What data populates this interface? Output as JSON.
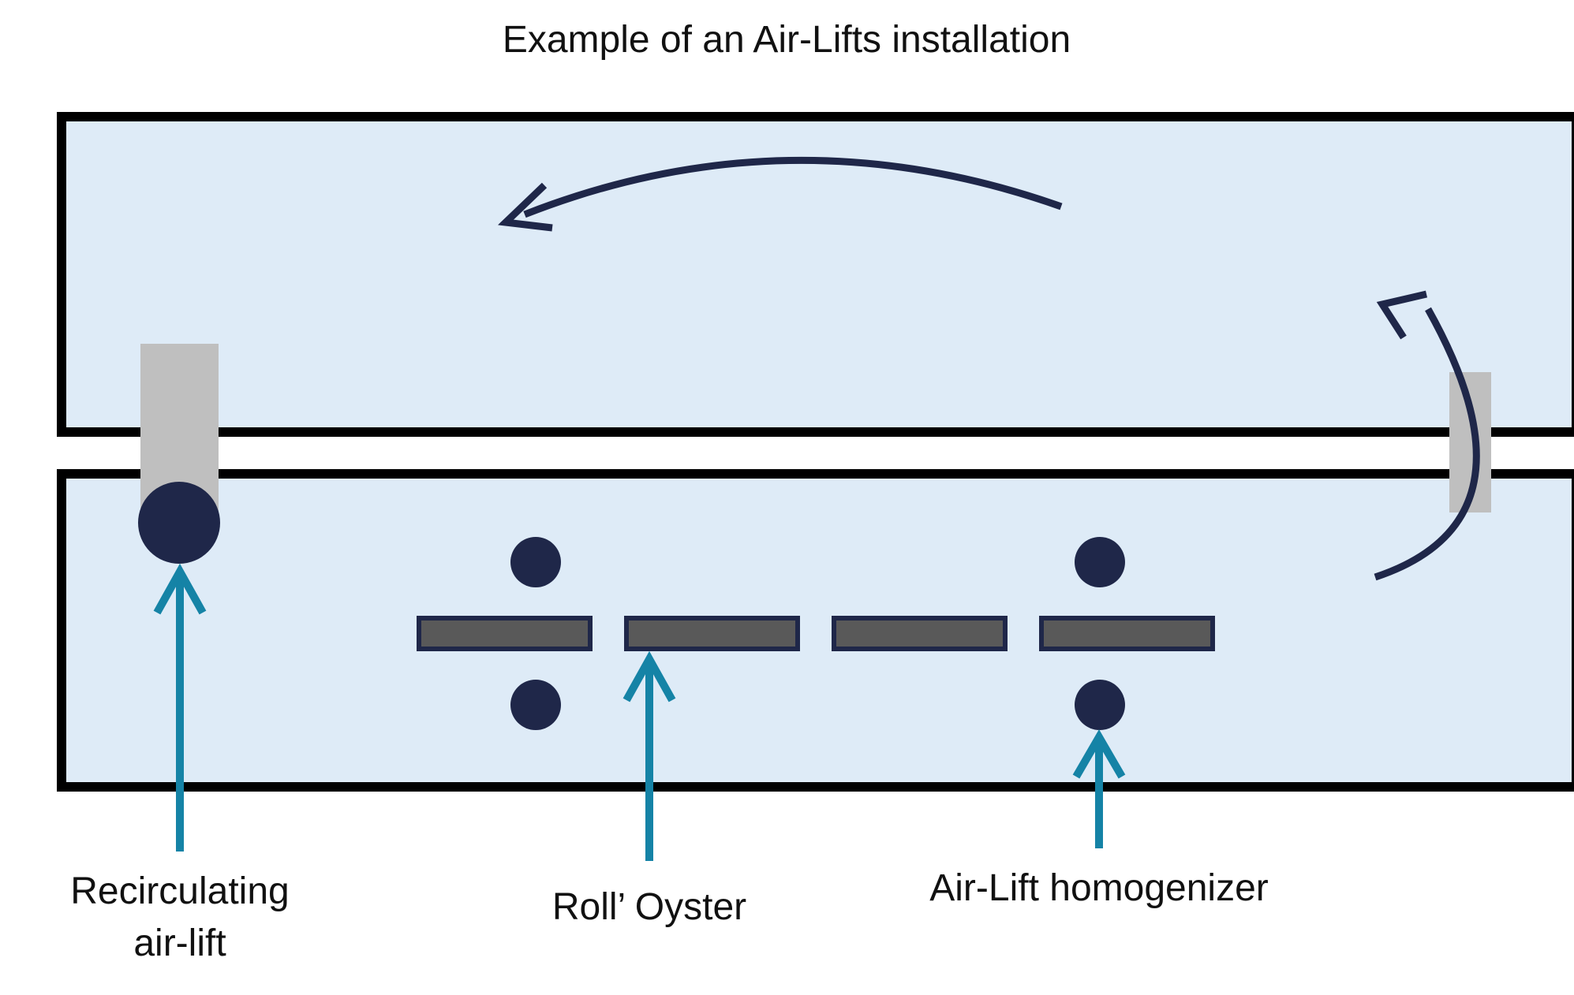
{
  "title": "Example of an Air-Lifts installation",
  "labels": {
    "recirculating_line1": "Recirculating",
    "recirculating_line2": "air-lift",
    "roll_oyster": "Roll’ Oyster",
    "homogenizer": "Air-Lift homogenizer"
  },
  "colors": {
    "tank_fill": "#deebf7",
    "tank_border": "#000000",
    "airlift_dot": "#1f2749",
    "flow_arrow": "#1f2749",
    "pointer_arrow": "#1583a6",
    "pipe": "#bfbfbf",
    "oyster_bag": "#595959",
    "oyster_bag_border": "#1f2749"
  }
}
